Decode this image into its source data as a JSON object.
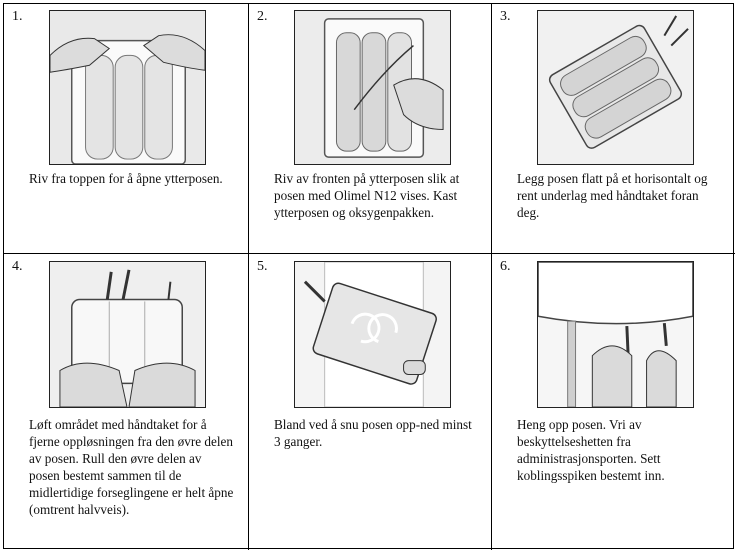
{
  "steps": [
    {
      "number": "1.",
      "text": "Riv fra toppen for å åpne ytterposen."
    },
    {
      "number": "2.",
      "text": "Riv av fronten på ytterposen slik at posen med Olimel N12 vises. Kast ytterposen og oksygenpakken."
    },
    {
      "number": "3.",
      "text": "Legg posen flatt på et horisontalt og rent underlag med håndtaket foran deg."
    },
    {
      "number": "4.",
      "text": "Løft området med håndtaket for å fjerne oppløsningen fra den øvre delen av posen. Rull den øvre delen av posen bestemt sammen til de midlertidige forseglingene er helt åpne (omtrent halvveis)."
    },
    {
      "number": "5.",
      "text": "Bland ved å snu posen opp-ned minst 3 ganger."
    },
    {
      "number": "6.",
      "text": "Heng opp posen. Vri av beskyttelseshetten fra administrasjonsporten. Sett koblingsspiken bestemt inn."
    }
  ]
}
